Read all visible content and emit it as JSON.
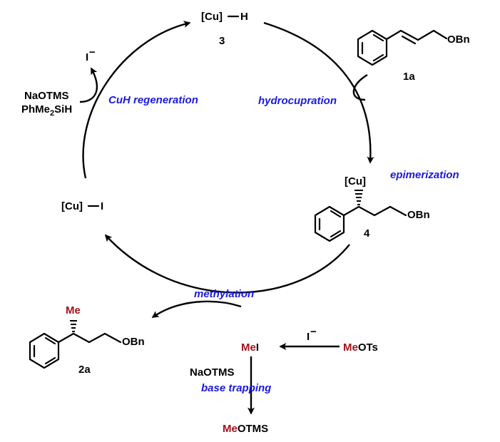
{
  "catalyst": {
    "cu_h": {
      "left": "[Cu]",
      "right": "H",
      "number": "3"
    },
    "cu_i": {
      "left": "[Cu]",
      "right": "I"
    }
  },
  "steps": {
    "hydrocupration": "hydrocupration",
    "epimerization": "epimerization",
    "methylation": "methylation",
    "regeneration": "CuH regeneration",
    "base_trapping": "base trapping"
  },
  "substrate": {
    "label": "1a",
    "group": "OBn"
  },
  "intermediate": {
    "label": "4",
    "group": "OBn",
    "metal": "[Cu]"
  },
  "product": {
    "label": "2a",
    "group": "OBn",
    "substituent": "Me"
  },
  "reagents": {
    "iodide_out": {
      "text": "I",
      "charge": "−"
    },
    "naotms_regen": "NaOTMS",
    "silane": {
      "a": "PhMe",
      "sub": "2",
      "b": "SiH"
    },
    "mei": {
      "me": "Me",
      "i": "I"
    },
    "iodide_in": {
      "text": "I",
      "charge": "−"
    },
    "meots": {
      "me": "Me",
      "rest": "OTs"
    },
    "naotms_trap": "NaOTMS",
    "meotms": {
      "me": "Me",
      "rest": "OTMS"
    }
  },
  "colors": {
    "step_text": "#1a1adc",
    "methyl": "#a3121c",
    "ink": "#000000"
  }
}
